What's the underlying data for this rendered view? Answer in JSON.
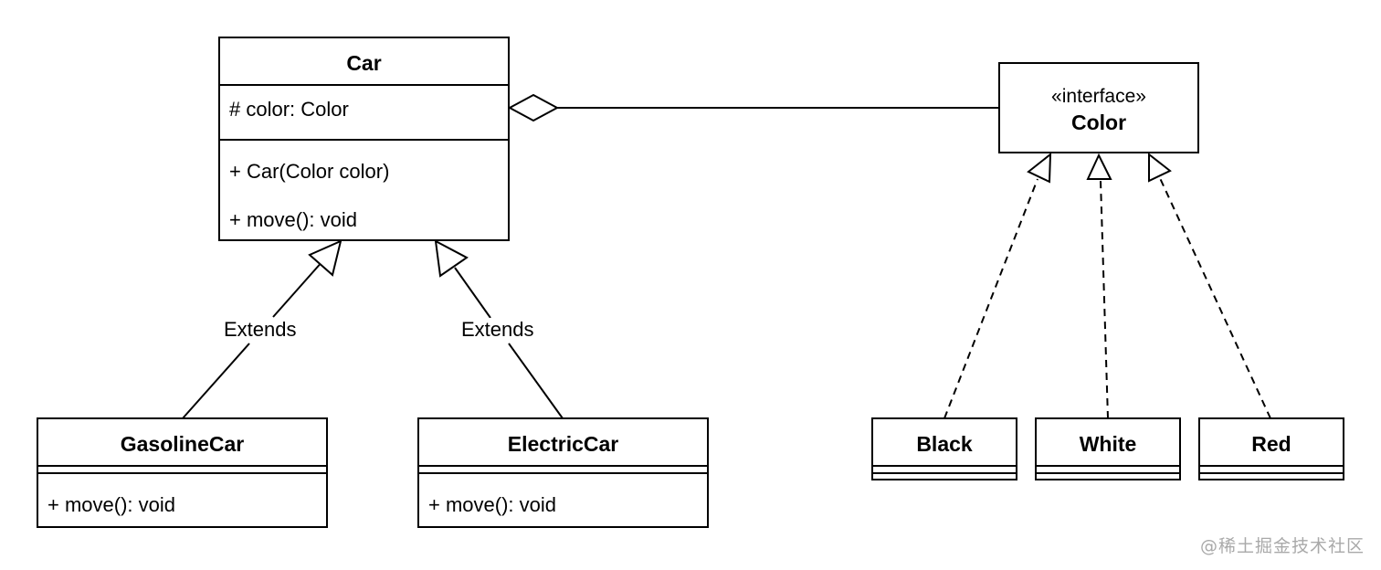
{
  "diagram": {
    "classes": {
      "car": {
        "name": "Car",
        "attributes": [
          "# color: Color"
        ],
        "methods": [
          "+ Car(Color color)",
          "+ move(): void"
        ]
      },
      "color": {
        "stereotype": "«interface»",
        "name": "Color"
      },
      "gasoline_car": {
        "name": "GasolineCar",
        "methods": [
          "+ move(): void"
        ]
      },
      "electric_car": {
        "name": "ElectricCar",
        "methods": [
          "+ move(): void"
        ]
      },
      "black": {
        "name": "Black"
      },
      "white": {
        "name": "White"
      },
      "red": {
        "name": "Red"
      }
    },
    "relationships": [
      {
        "type": "aggregation",
        "from": "Car",
        "to": "Color"
      },
      {
        "type": "generalization",
        "from": "GasolineCar",
        "to": "Car",
        "label": "Extends"
      },
      {
        "type": "generalization",
        "from": "ElectricCar",
        "to": "Car",
        "label": "Extends"
      },
      {
        "type": "realization",
        "from": "Black",
        "to": "Color"
      },
      {
        "type": "realization",
        "from": "White",
        "to": "Color"
      },
      {
        "type": "realization",
        "from": "Red",
        "to": "Color"
      }
    ]
  },
  "watermark": "@稀土掘金技术社区"
}
